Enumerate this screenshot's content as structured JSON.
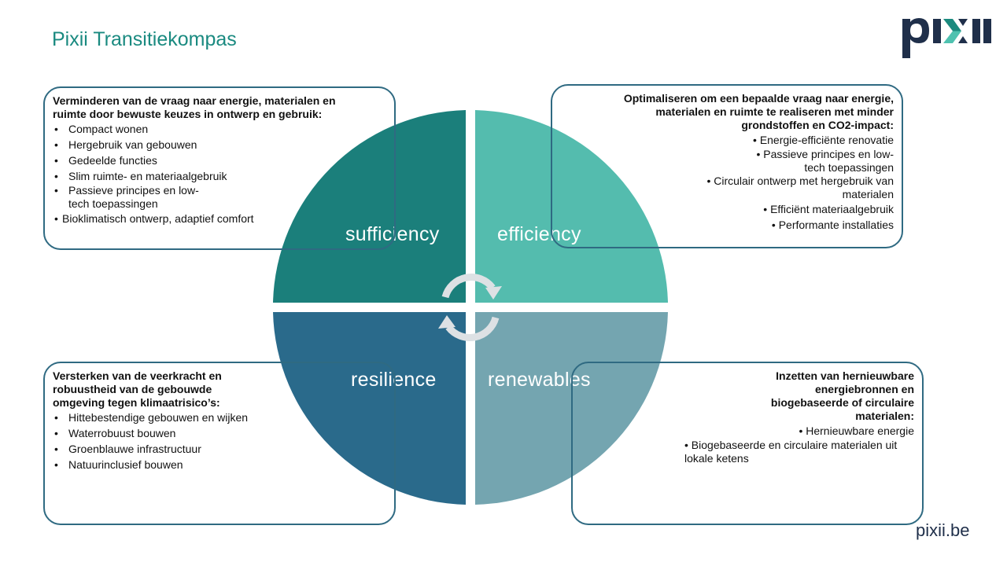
{
  "title": "Pixii Transitiekompas",
  "logo_text": "pixii",
  "website": "pixii.be",
  "colors": {
    "sufficiency": "#1b7f7b",
    "efficiency": "#54bcae",
    "resilience": "#2a6a8b",
    "renewables": "#74a5b0",
    "border": "#2f6a82"
  },
  "quadrants": {
    "sufficiency": "sufficiency",
    "efficiency": "efficiency",
    "resilience": "resilience",
    "renewables": "renewables"
  },
  "boxes": {
    "sufficiency": {
      "heading": "Verminderen van de vraag naar energie, materialen en ruimte door bewuste keuzes in ontwerp en gebruik:",
      "items": [
        "Compact wonen",
        "Hergebruik van gebouwen",
        "Gedeelde functies",
        "Slim ruimte- en materiaalgebruik",
        "Passieve principes en low-tech toepassingen",
        "Bioklimatisch ontwerp, adaptief comfort"
      ]
    },
    "efficiency": {
      "heading": "Optimaliseren om een bepaalde vraag naar energie, materialen en ruimte te realiseren met minder grondstoffen en CO2-impact:",
      "items": [
        "Energie-efficiënte renovatie",
        "Passieve principes en low-tech toepassingen",
        "Circulair ontwerp met hergebruik van materialen",
        "Efficiënt materiaalgebruik",
        "Performante installaties"
      ]
    },
    "resilience": {
      "heading": "Versterken van de veerkracht en robuustheid van de gebouwde omgeving tegen klimaatrisico’s:",
      "items": [
        "Hittebestendige gebouwen en wijken",
        "Waterrobuust bouwen",
        "Groenblauwe infrastructuur",
        "Natuurinclusief bouwen"
      ]
    },
    "renewables": {
      "heading": "Inzetten van hernieuwbare energiebronnen en biogebaseerde of circulaire materialen:",
      "items": [
        "Hernieuwbare energie",
        "Biogebaseerde en circulaire materialen uit lokale ketens"
      ]
    }
  }
}
